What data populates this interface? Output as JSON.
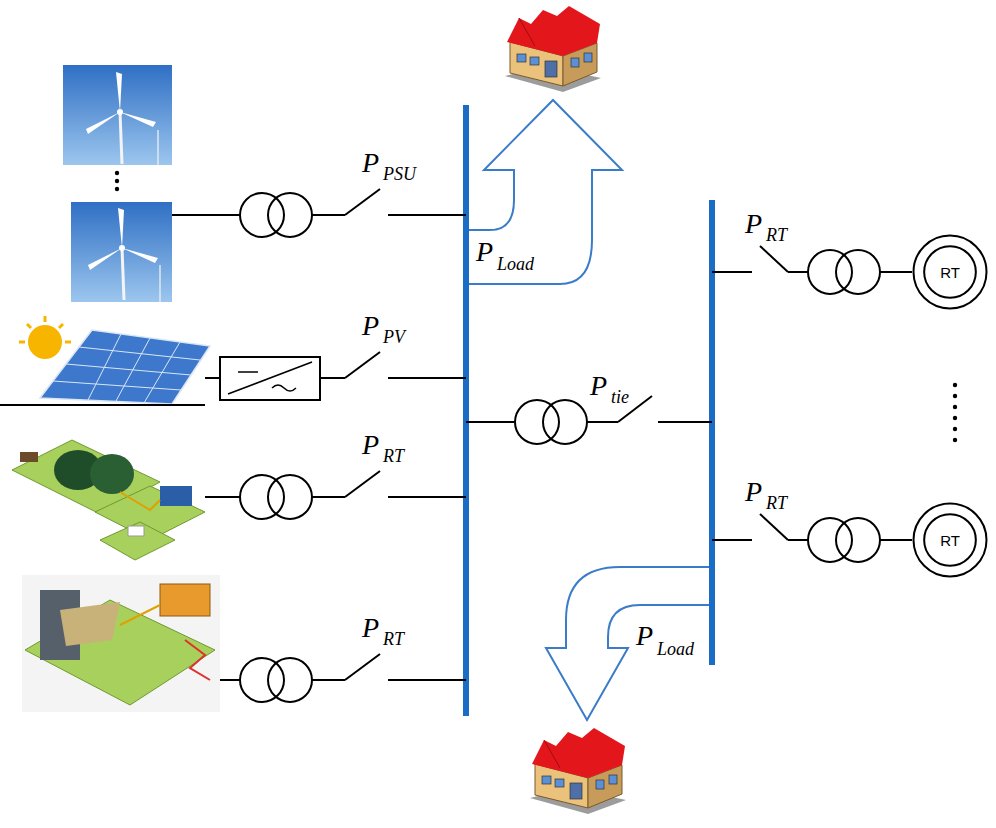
{
  "diagram": {
    "nodes": [
      {
        "text": [
          "RT"
        ]
      },
      {
        "text": [
          "RT"
        ]
      }
    ],
    "labels": [
      "P",
      "PSU",
      "P",
      "RT",
      "P",
      "Load",
      "P",
      "PV",
      "P",
      "tie",
      "P",
      "RT",
      "P",
      "RT",
      "P",
      "RT",
      "P",
      "Load"
    ]
  }
}
